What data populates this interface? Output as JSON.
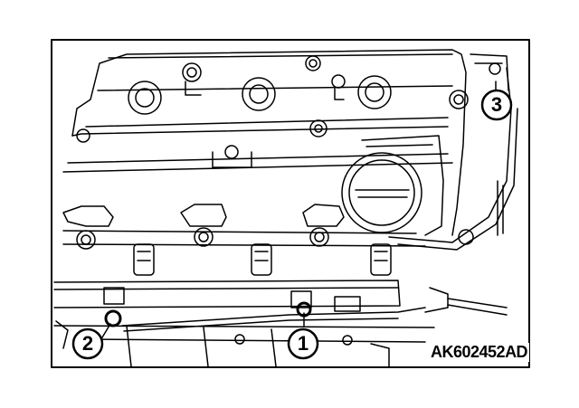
{
  "diagram": {
    "callouts": [
      {
        "id": "1",
        "label": "1"
      },
      {
        "id": "2",
        "label": "2"
      },
      {
        "id": "3",
        "label": "3"
      }
    ],
    "figure_id": "AK602452AD"
  },
  "colors": {
    "line": "#000000",
    "background": "#ffffff"
  }
}
